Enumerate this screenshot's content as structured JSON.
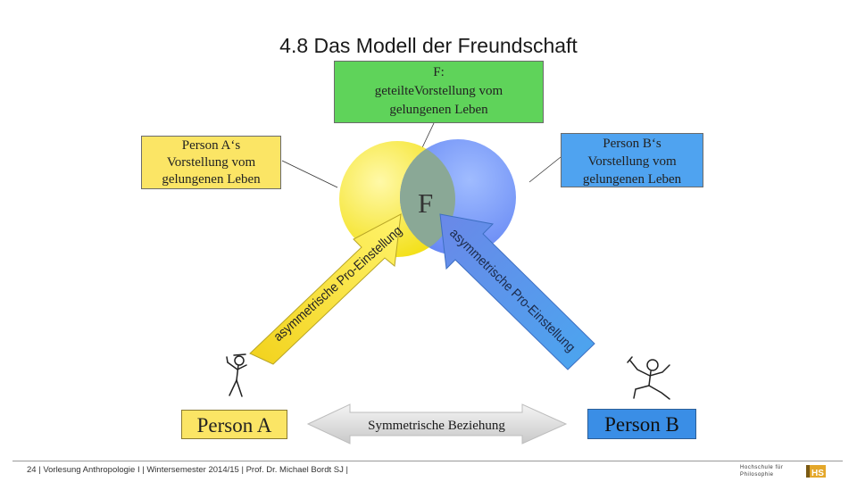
{
  "slide": {
    "title": "4.8 Das Modell der Freundschaft",
    "box_f": {
      "line1": "F:",
      "line2": "geteilteVorstellung vom",
      "line3": "gelungenen Leben"
    },
    "box_a": {
      "line1": "Person A‘s",
      "line2": "Vorstellung vom",
      "line3": "gelungenen Leben"
    },
    "box_b": {
      "line1": "Person B‘s",
      "line2": "Vorstellung vom",
      "line3": "gelungenen Leben"
    },
    "overlap_label": "F",
    "arrow_a_text": "asymmetrische Pro-Einstellung",
    "arrow_b_text": "asymmetrische Pro-Einstellung",
    "symmetric_label": "Symmetrische Beziehung",
    "person_a": "Person A",
    "person_b": "Person B",
    "footer": "24 | Vorlesung Anthropologie I | Wintersemester 2014/15 | Prof. Dr. Michael Bordt SJ |",
    "institution_line1": "Hochschule für",
    "institution_line2": "Philosophie",
    "logo_text": "HS"
  },
  "colors": {
    "yellow": "#fbe565",
    "blue": "#4fa3f0",
    "green": "#5fd35a",
    "arrow_gray": "#9a9a9a"
  },
  "icons": [
    "stick-figure-a-icon",
    "stick-figure-b-icon",
    "logo-icon"
  ]
}
